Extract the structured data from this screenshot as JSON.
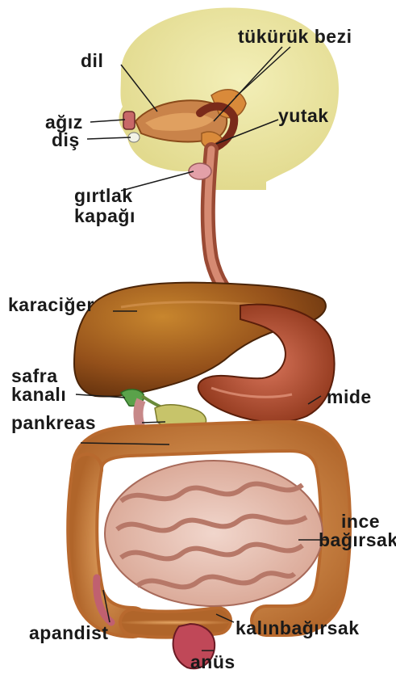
{
  "labels": {
    "tukuruk_bezi": "tükürük bezi",
    "dil": "dil",
    "agiz": "ağız",
    "dis": "diş",
    "yutak": "yutak",
    "girtlak_kapagi_1": "gırtlak",
    "girtlak_kapagi_2": "kapağı",
    "karaciger": "karaciğer",
    "safra_kanali_1": "safra",
    "safra_kanali_2": "kanalı",
    "mide": "mide",
    "pankreas": "pankreas",
    "ince_bagirsak_1": "ince",
    "ince_bagirsak_2": "bağırsak",
    "apandist": "apandist",
    "kalinbagirsak": "kalınbağırsak",
    "anus": "anüs"
  },
  "colors": {
    "head": "#ece6a2",
    "liver": "#8a4a12",
    "stomach": "#b8532a",
    "esophagus": "#c0705a",
    "intestine": "#d79a78",
    "colon": "#c97a3a",
    "pancreas": "#c8c060",
    "gallbladder": "#5aa24a",
    "line": "#222222"
  }
}
